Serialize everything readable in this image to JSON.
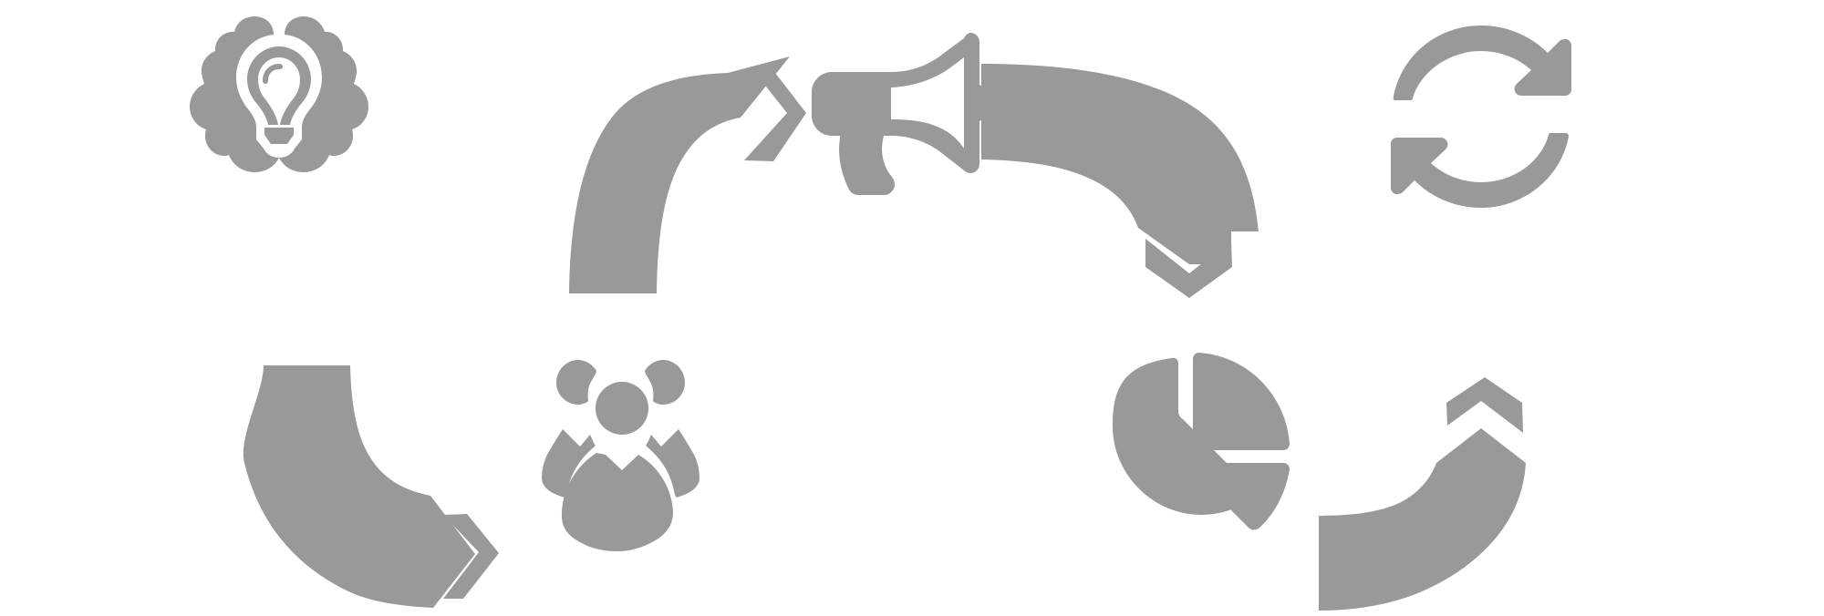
{
  "diagram": {
    "fill_color": "#999999",
    "background_color": "#ffffff",
    "icons": [
      {
        "name": "brain-lightbulb-icon"
      },
      {
        "name": "megaphone-icon"
      },
      {
        "name": "refresh-icon"
      },
      {
        "name": "team-icon"
      },
      {
        "name": "pie-chart-icon"
      }
    ],
    "flow_segments": [
      {
        "name": "arrow-segment-top-left"
      },
      {
        "name": "arrow-segment-top-right"
      },
      {
        "name": "arrow-segment-bottom-left"
      },
      {
        "name": "arrow-segment-bottom-right"
      }
    ]
  }
}
